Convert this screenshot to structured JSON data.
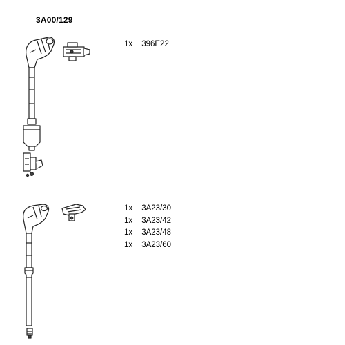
{
  "set_number": "3A00/129",
  "top_part": {
    "qty": "1x",
    "code": "396E22"
  },
  "bottom_parts": [
    {
      "qty": "1x",
      "code": "3A23/30"
    },
    {
      "qty": "1x",
      "code": "3A23/42"
    },
    {
      "qty": "1x",
      "code": "3A23/48"
    },
    {
      "qty": "1x",
      "code": "3A23/60"
    }
  ]
}
